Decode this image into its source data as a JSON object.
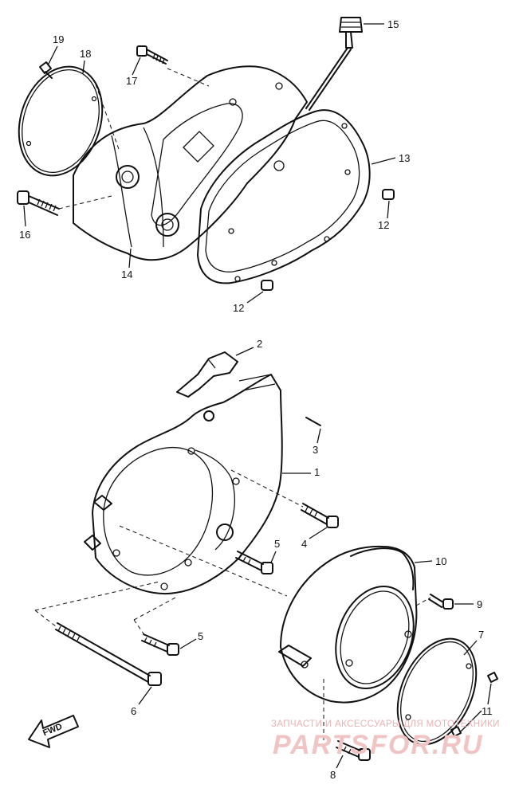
{
  "callouts": [
    {
      "id": "19",
      "text": "19"
    },
    {
      "id": "18",
      "text": "18"
    },
    {
      "id": "17",
      "text": "17"
    },
    {
      "id": "15",
      "text": "15"
    },
    {
      "id": "13",
      "text": "13"
    },
    {
      "id": "16",
      "text": "16"
    },
    {
      "id": "14",
      "text": "14"
    },
    {
      "id": "12a",
      "text": "12"
    },
    {
      "id": "12b",
      "text": "12"
    },
    {
      "id": "2",
      "text": "2"
    },
    {
      "id": "3",
      "text": "3"
    },
    {
      "id": "1",
      "text": "1"
    },
    {
      "id": "4",
      "text": "4"
    },
    {
      "id": "5a",
      "text": "5"
    },
    {
      "id": "10",
      "text": "10"
    },
    {
      "id": "9",
      "text": "9"
    },
    {
      "id": "5b",
      "text": "5"
    },
    {
      "id": "7",
      "text": "7"
    },
    {
      "id": "6",
      "text": "6"
    },
    {
      "id": "11",
      "text": "11"
    },
    {
      "id": "8",
      "text": "8"
    }
  ],
  "fwd_label": "FWD",
  "watermark": {
    "line1": "ЗАПЧАСТИ И АКСЕССУАРЫ ДЛЯ МОТОТЕХНИКИ",
    "line2": "PARTSFOR.RU"
  },
  "colors": {
    "ink": "#111111",
    "watermark": "#f1c4c4"
  }
}
